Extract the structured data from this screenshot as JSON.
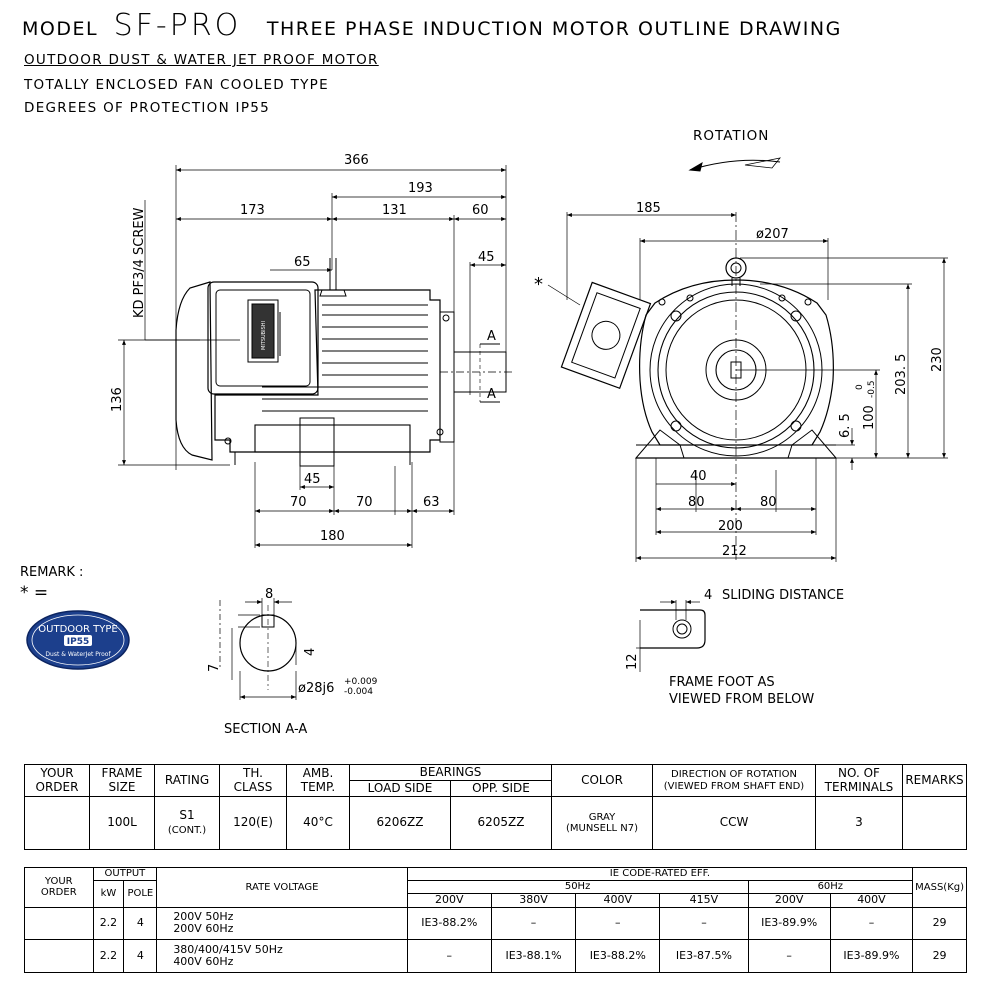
{
  "header": {
    "model": "MODEL",
    "name": "SF-PRO",
    "title": "THREE PHASE INDUCTION MOTOR OUTLINE DRAWING",
    "line1": "OUTDOOR DUST & WATER JET PROOF MOTOR",
    "line2": "TOTALLY ENCLOSED FAN COOLED TYPE",
    "line3": "DEGREES OF PROTECTION IP55"
  },
  "side_view": {
    "dims": {
      "overall": "366",
      "rear": "173",
      "front": "193",
      "mid": "131",
      "shaft_len": "60",
      "shaft_tip": "45",
      "terminal": "65",
      "height": "136",
      "foot_45": "45",
      "foot_70a": "70",
      "foot_70b": "70",
      "foot_63": "63",
      "foot_180": "180"
    },
    "screw_label": "KD PF3/4 SCREW",
    "section_mark": "A"
  },
  "front_view": {
    "rotation_label": "ROTATION",
    "dims": {
      "box": "185",
      "dia": "ø207",
      "h230": "230",
      "h203": "203. 5",
      "h100": "100",
      "tol_up": "0",
      "tol_dn": "-0.5",
      "h65": "6. 5",
      "w40": "40",
      "w80a": "80",
      "w80b": "80",
      "w200": "200",
      "w212": "212"
    },
    "asterisk": "*"
  },
  "remark": {
    "label": "REMARK :",
    "mark": "* ="
  },
  "badge": {
    "top": "OUTDOOR TYPE",
    "mid": "IP55",
    "bottom": "Dust & WaterJet Proof"
  },
  "section": {
    "label": "SECTION A-A",
    "w8": "8",
    "h7": "7",
    "h4": "4",
    "shaft": "ø28j6",
    "tol_up": "+0.009",
    "tol_dn": "-0.004"
  },
  "foot": {
    "w4": "4",
    "sliding": "SLIDING DISTANCE",
    "h12": "12",
    "label1": "FRAME FOOT AS",
    "label2": "VIEWED FROM BELOW"
  },
  "spec_table": {
    "headers": {
      "your_order": [
        "YOUR",
        "ORDER"
      ],
      "frame_size": [
        "FRAME",
        "SIZE"
      ],
      "rating": "RATING",
      "th_class": [
        "TH.",
        "CLASS"
      ],
      "amb_temp": [
        "AMB.",
        "TEMP."
      ],
      "bearings": "BEARINGS",
      "load_side": "LOAD SIDE",
      "opp_side": "OPP. SIDE",
      "color": "COLOR",
      "direction": [
        "DIRECTION OF ROTATION",
        "(VIEWED FROM SHAFT END)"
      ],
      "terminals": [
        "NO. OF",
        "TERMINALS"
      ],
      "remarks": "REMARKS"
    },
    "row": {
      "your_order": "",
      "frame_size": "100L",
      "rating": [
        "S1",
        "(CONT.)"
      ],
      "th_class": "120(E)",
      "amb_temp": "40°C",
      "load_side": "6206ZZ",
      "opp_side": "6205ZZ",
      "color": [
        "GRAY",
        "(MUNSELL N7)"
      ],
      "direction": "CCW",
      "terminals": "3",
      "remarks": ""
    }
  },
  "output_table": {
    "headers": {
      "your_order": [
        "YOUR",
        "ORDER"
      ],
      "output": "OUTPUT",
      "kw": "kW",
      "pole": "POLE",
      "rate_voltage": "RATE VOLTAGE",
      "ie": "IE CODE-RATED EFF.",
      "hz50": "50Hz",
      "hz60": "60Hz",
      "v50": [
        "200V",
        "380V",
        "400V",
        "415V"
      ],
      "v60": [
        "200V",
        "400V"
      ],
      "mass": "MASS(Kg)"
    },
    "rows": [
      {
        "kw": "2.2",
        "pole": "4",
        "voltage": [
          "200V 50Hz",
          "200V 60Hz"
        ],
        "e50": [
          "IE3-88.2%",
          "–",
          "–",
          "–"
        ],
        "e60": [
          "IE3-89.9%",
          "–"
        ],
        "mass": "29"
      },
      {
        "kw": "2.2",
        "pole": "4",
        "voltage": [
          "380/400/415V 50Hz",
          "400V 60Hz"
        ],
        "e50": [
          "–",
          "IE3-88.1%",
          "IE3-88.2%",
          "IE3-87.5%"
        ],
        "e60": [
          "–",
          "IE3-89.9%"
        ],
        "mass": "29"
      }
    ]
  }
}
